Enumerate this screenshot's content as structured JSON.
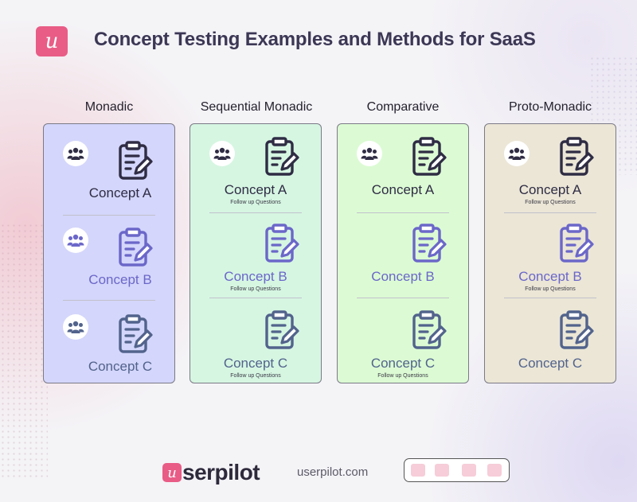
{
  "header": {
    "logo_letter": "u",
    "title": "Concept Testing Examples and Methods for SaaS"
  },
  "columns": [
    {
      "title": "Monadic",
      "concepts": [
        {
          "label": "Concept A",
          "followup": "",
          "color": "#2f2c44",
          "icon_color": "#2f2c44"
        },
        {
          "label": "Concept B",
          "followup": "",
          "color": "#6b67c9",
          "icon_color": "#6b67c9"
        },
        {
          "label": "Concept C",
          "followup": "",
          "color": "#52638c",
          "icon_color": "#52638c"
        }
      ]
    },
    {
      "title": "Sequential Monadic",
      "concepts": [
        {
          "label": "Concept A",
          "followup": "Follow up Questions",
          "color": "#2f2c44",
          "icon_color": "#2f2c44"
        },
        {
          "label": "Concept B",
          "followup": "Follow up Questions",
          "color": "#6b67c9",
          "icon_color": "#6b67c9"
        },
        {
          "label": "Concept C",
          "followup": "Follow up Questions",
          "color": "#52638c",
          "icon_color": "#52638c"
        }
      ]
    },
    {
      "title": "Comparative",
      "concepts": [
        {
          "label": "Concept A",
          "followup": "",
          "color": "#2f2c44",
          "icon_color": "#2f2c44"
        },
        {
          "label": "Concept B",
          "followup": "",
          "color": "#6b67c9",
          "icon_color": "#6b67c9"
        },
        {
          "label": "Concept C",
          "followup": "Follow up Questions",
          "color": "#52638c",
          "icon_color": "#52638c"
        }
      ]
    },
    {
      "title": "Proto-Monadic",
      "concepts": [
        {
          "label": "Concept A",
          "followup": "Follow up Questions",
          "color": "#2f2c44",
          "icon_color": "#2f2c44"
        },
        {
          "label": "Concept B",
          "followup": "Follow up Questions",
          "color": "#6b67c9",
          "icon_color": "#6b67c9"
        },
        {
          "label": "Concept C",
          "followup": "",
          "color": "#52638c",
          "icon_color": "#52638c"
        }
      ]
    }
  ],
  "icons": {
    "people": "people-group-icon",
    "clipboard": "clipboard-edit-icon"
  },
  "footer": {
    "logo_letter": "u",
    "brand_rest": "serpilot",
    "url": "userpilot.com"
  },
  "colors": {
    "accent": "#e85c86"
  }
}
